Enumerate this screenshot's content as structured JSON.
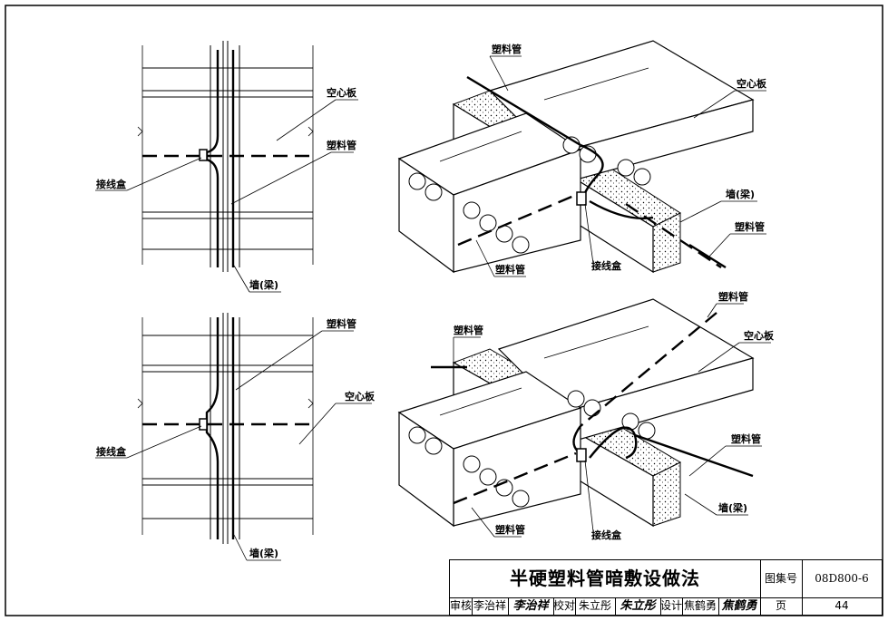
{
  "labels": {
    "tl_slab": "空心板",
    "tl_pipe": "塑料管",
    "tl_box": "接线盒",
    "tl_wall": "墙(梁)",
    "bl_pipe": "塑料管",
    "bl_slab": "空心板",
    "bl_box": "接线盒",
    "bl_wall": "墙(梁)",
    "tr_pipe_top": "塑料管",
    "tr_slab": "空心板",
    "tr_wall": "墙(梁)",
    "tr_pipe_right": "塑料管",
    "tr_pipe_bottom": "塑料管",
    "tr_box": "接线盒",
    "br_pipe_top": "塑料管",
    "br_slab": "空心板",
    "br_pipe_left": "塑料管",
    "br_pipe_right": "塑料管",
    "br_wall": "墙(梁)",
    "br_pipe_bottom": "塑料管",
    "br_box": "接线盒"
  },
  "title_block": {
    "title": "半硬塑料管暗敷设做法",
    "atlas_label": "图集号",
    "atlas_number": "08D800-6",
    "review_label": "审核",
    "reviewer": "李治祥",
    "reviewer_sig": "李治祥",
    "check_label": "校对",
    "checker": "朱立彤",
    "checker_sig": "朱立彤",
    "design_label": "设计",
    "designer": "焦鹤勇",
    "designer_sig": "焦鹤勇",
    "page_label": "页",
    "page_number": "44"
  }
}
